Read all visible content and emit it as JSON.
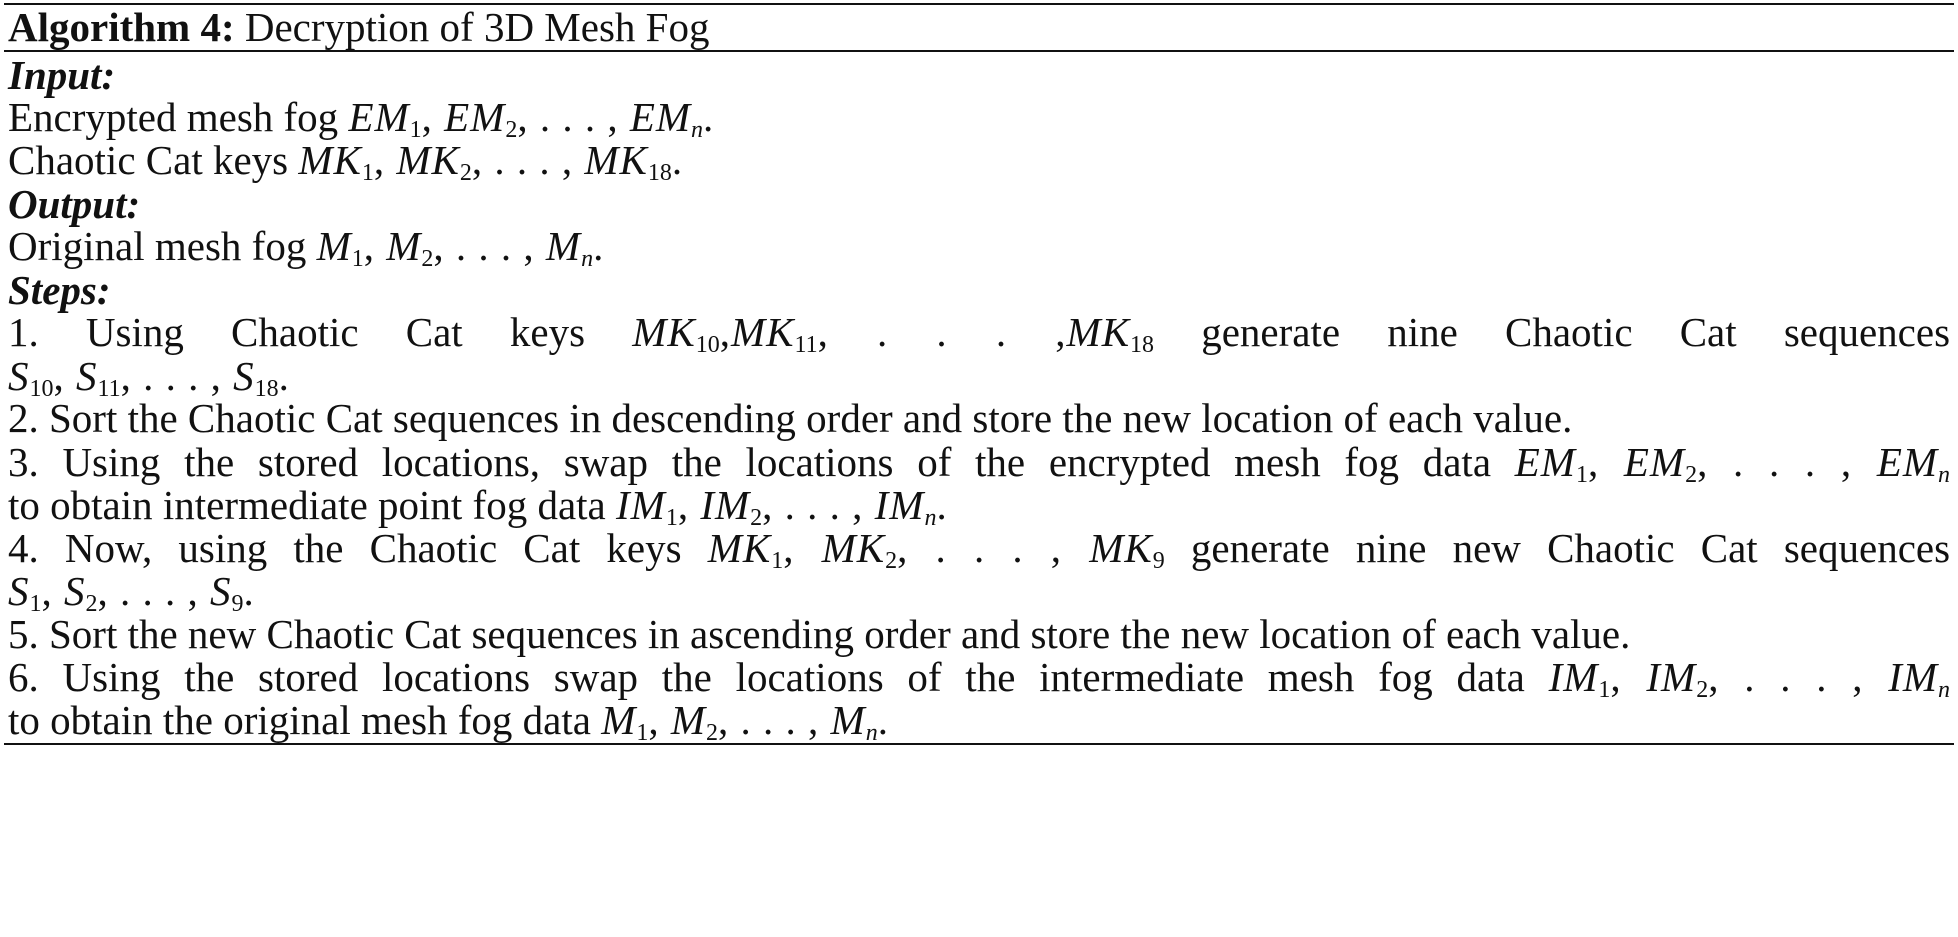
{
  "algorithm": {
    "label": "Algorithm 4:",
    "title": "Decryption of 3D Mesh Fog"
  },
  "input": {
    "heading": "Input:",
    "line1_text": "Encrypted mesh fog",
    "line2_text": "Chaotic Cat keys"
  },
  "output": {
    "heading": "Output:",
    "line1_text": "Original mesh fog"
  },
  "steps": {
    "heading": "Steps:",
    "step1_a": "1. Using Chaotic Cat keys",
    "step1_b": "generate nine Chaotic Cat sequences",
    "step2": "2. Sort the Chaotic Cat sequences in descending order and store the new location of each value.",
    "step3_a": "3. Using the stored locations, swap the locations of the encrypted mesh fog data",
    "step3_b": "to obtain intermediate point fog data",
    "step4_a": "4. Now, using the Chaotic Cat keys",
    "step4_b": "generate nine new Chaotic Cat sequences",
    "step5": "5. Sort the new Chaotic Cat sequences in ascending order and store the new location of each value.",
    "step6_a": "6. Using the stored locations swap the locations of the intermediate mesh fog data",
    "step6_b": "to obtain the original mesh fog data"
  }
}
